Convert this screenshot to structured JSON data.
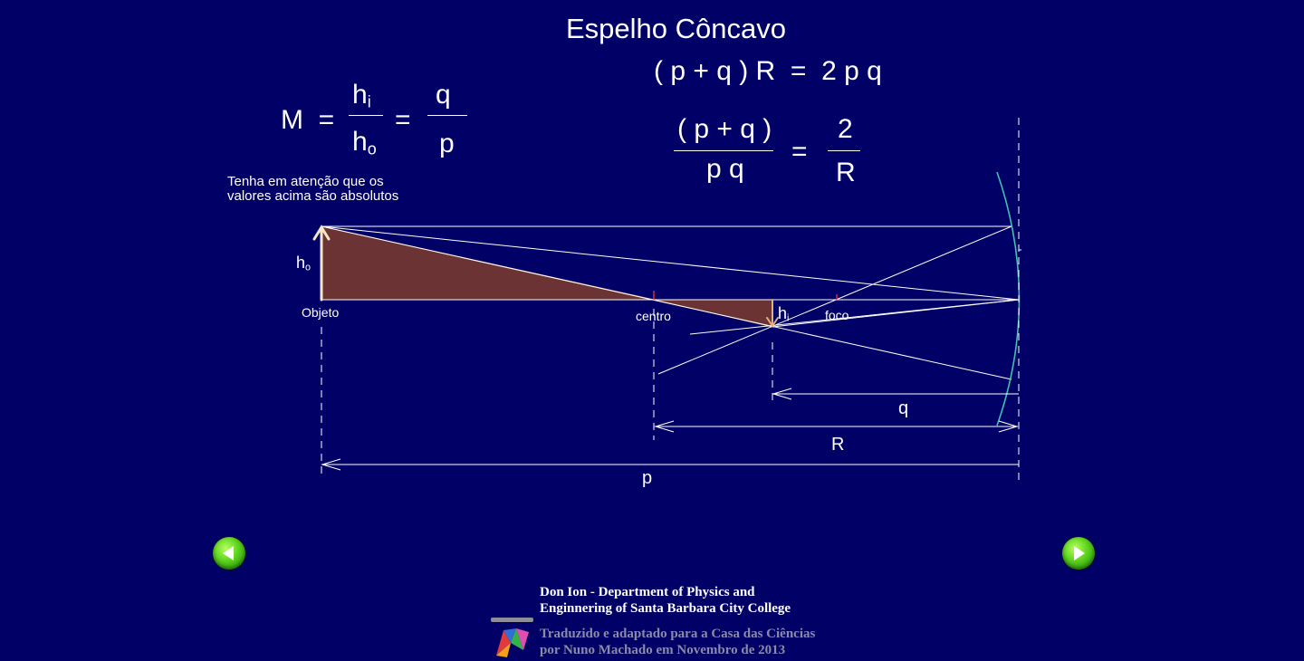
{
  "title": "Espelho Côncavo",
  "eq_top": "( p + q ) R  =  2 p q",
  "magnification": {
    "m_label": "M  =",
    "hi_base": "h",
    "hi_sub": "i",
    "equals": "=",
    "ho_base": "h",
    "ho_sub": "o",
    "q": "q",
    "p": "p"
  },
  "mirror_eq": {
    "numerator": "( p + q )",
    "denominator": "p q",
    "equals": "=",
    "two": "2",
    "r": "R"
  },
  "note": {
    "line1": "Tenha em atenção que os",
    "line2": "valores acima são absolutos"
  },
  "labels": {
    "ho_base": "h",
    "ho_sub": "o",
    "objeto": "Objeto",
    "centro": "centro",
    "hi_base": "h",
    "hi_sub": "i",
    "foco": "foco",
    "q": "q",
    "r": "R",
    "p": "p"
  },
  "credits": {
    "line1": "Don Ion - Department of Physics and",
    "line2": "Enginnering of Santa Barbara City College",
    "line3": "Traduzido e adaptado para a Casa das Ciências",
    "line4": "por Nuno Machado em Novembro de 2013"
  },
  "colors": {
    "background": "#000066",
    "triangle_fill": "#6b3333",
    "mirror": "#40c0b0",
    "arrow": "#f5e6c8",
    "mark": "#ff3030"
  },
  "icons": {
    "prev": "arrow-left-icon",
    "next": "arrow-right-icon",
    "logo": "casa-das-ciencias-logo"
  }
}
